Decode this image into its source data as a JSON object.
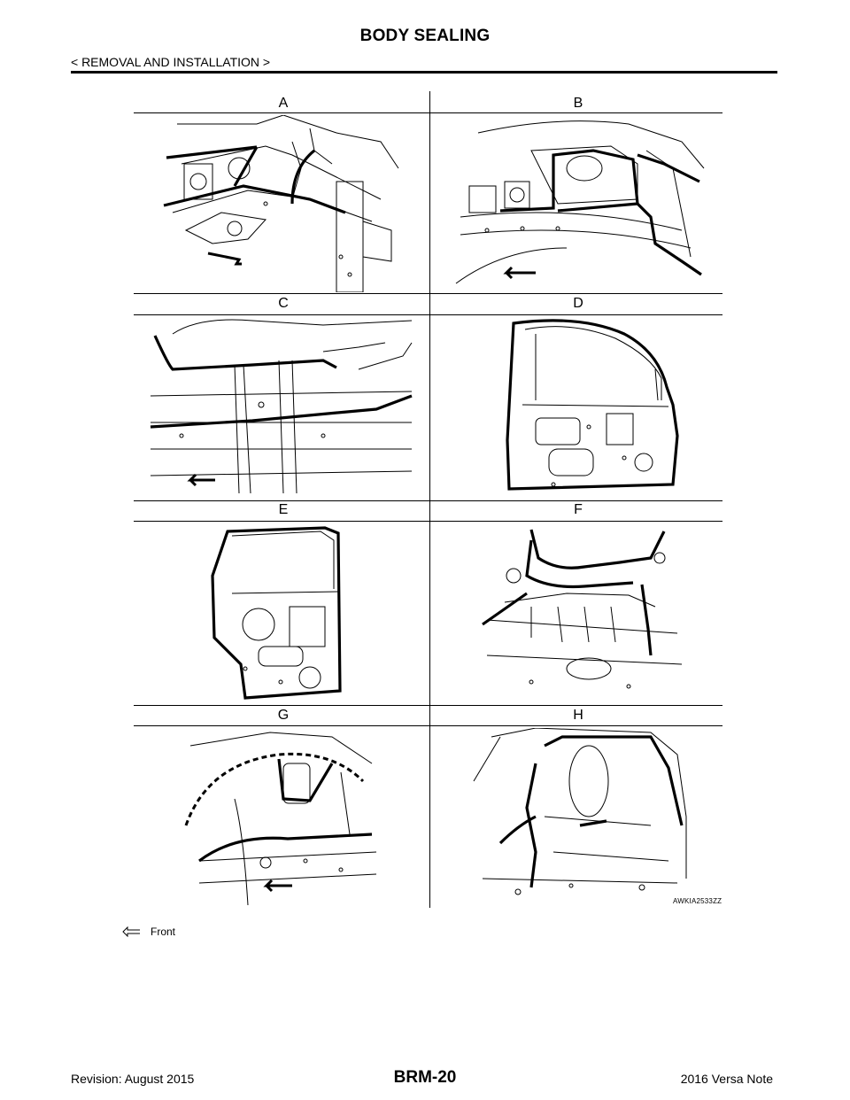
{
  "header": {
    "title": "BODY SEALING",
    "section": "< REMOVAL AND INSTALLATION >"
  },
  "figure": {
    "panels": [
      "A",
      "B",
      "C",
      "D",
      "E",
      "F",
      "G",
      "H"
    ],
    "code": "AWKIA2533ZZ",
    "legend_label": "Front",
    "legend_icon": "front-arrow-icon"
  },
  "footer": {
    "revision": "Revision: August 2015",
    "page": "BRM-20",
    "model": "2016 Versa Note"
  },
  "colors": {
    "ink": "#000000",
    "paper": "#ffffff"
  }
}
